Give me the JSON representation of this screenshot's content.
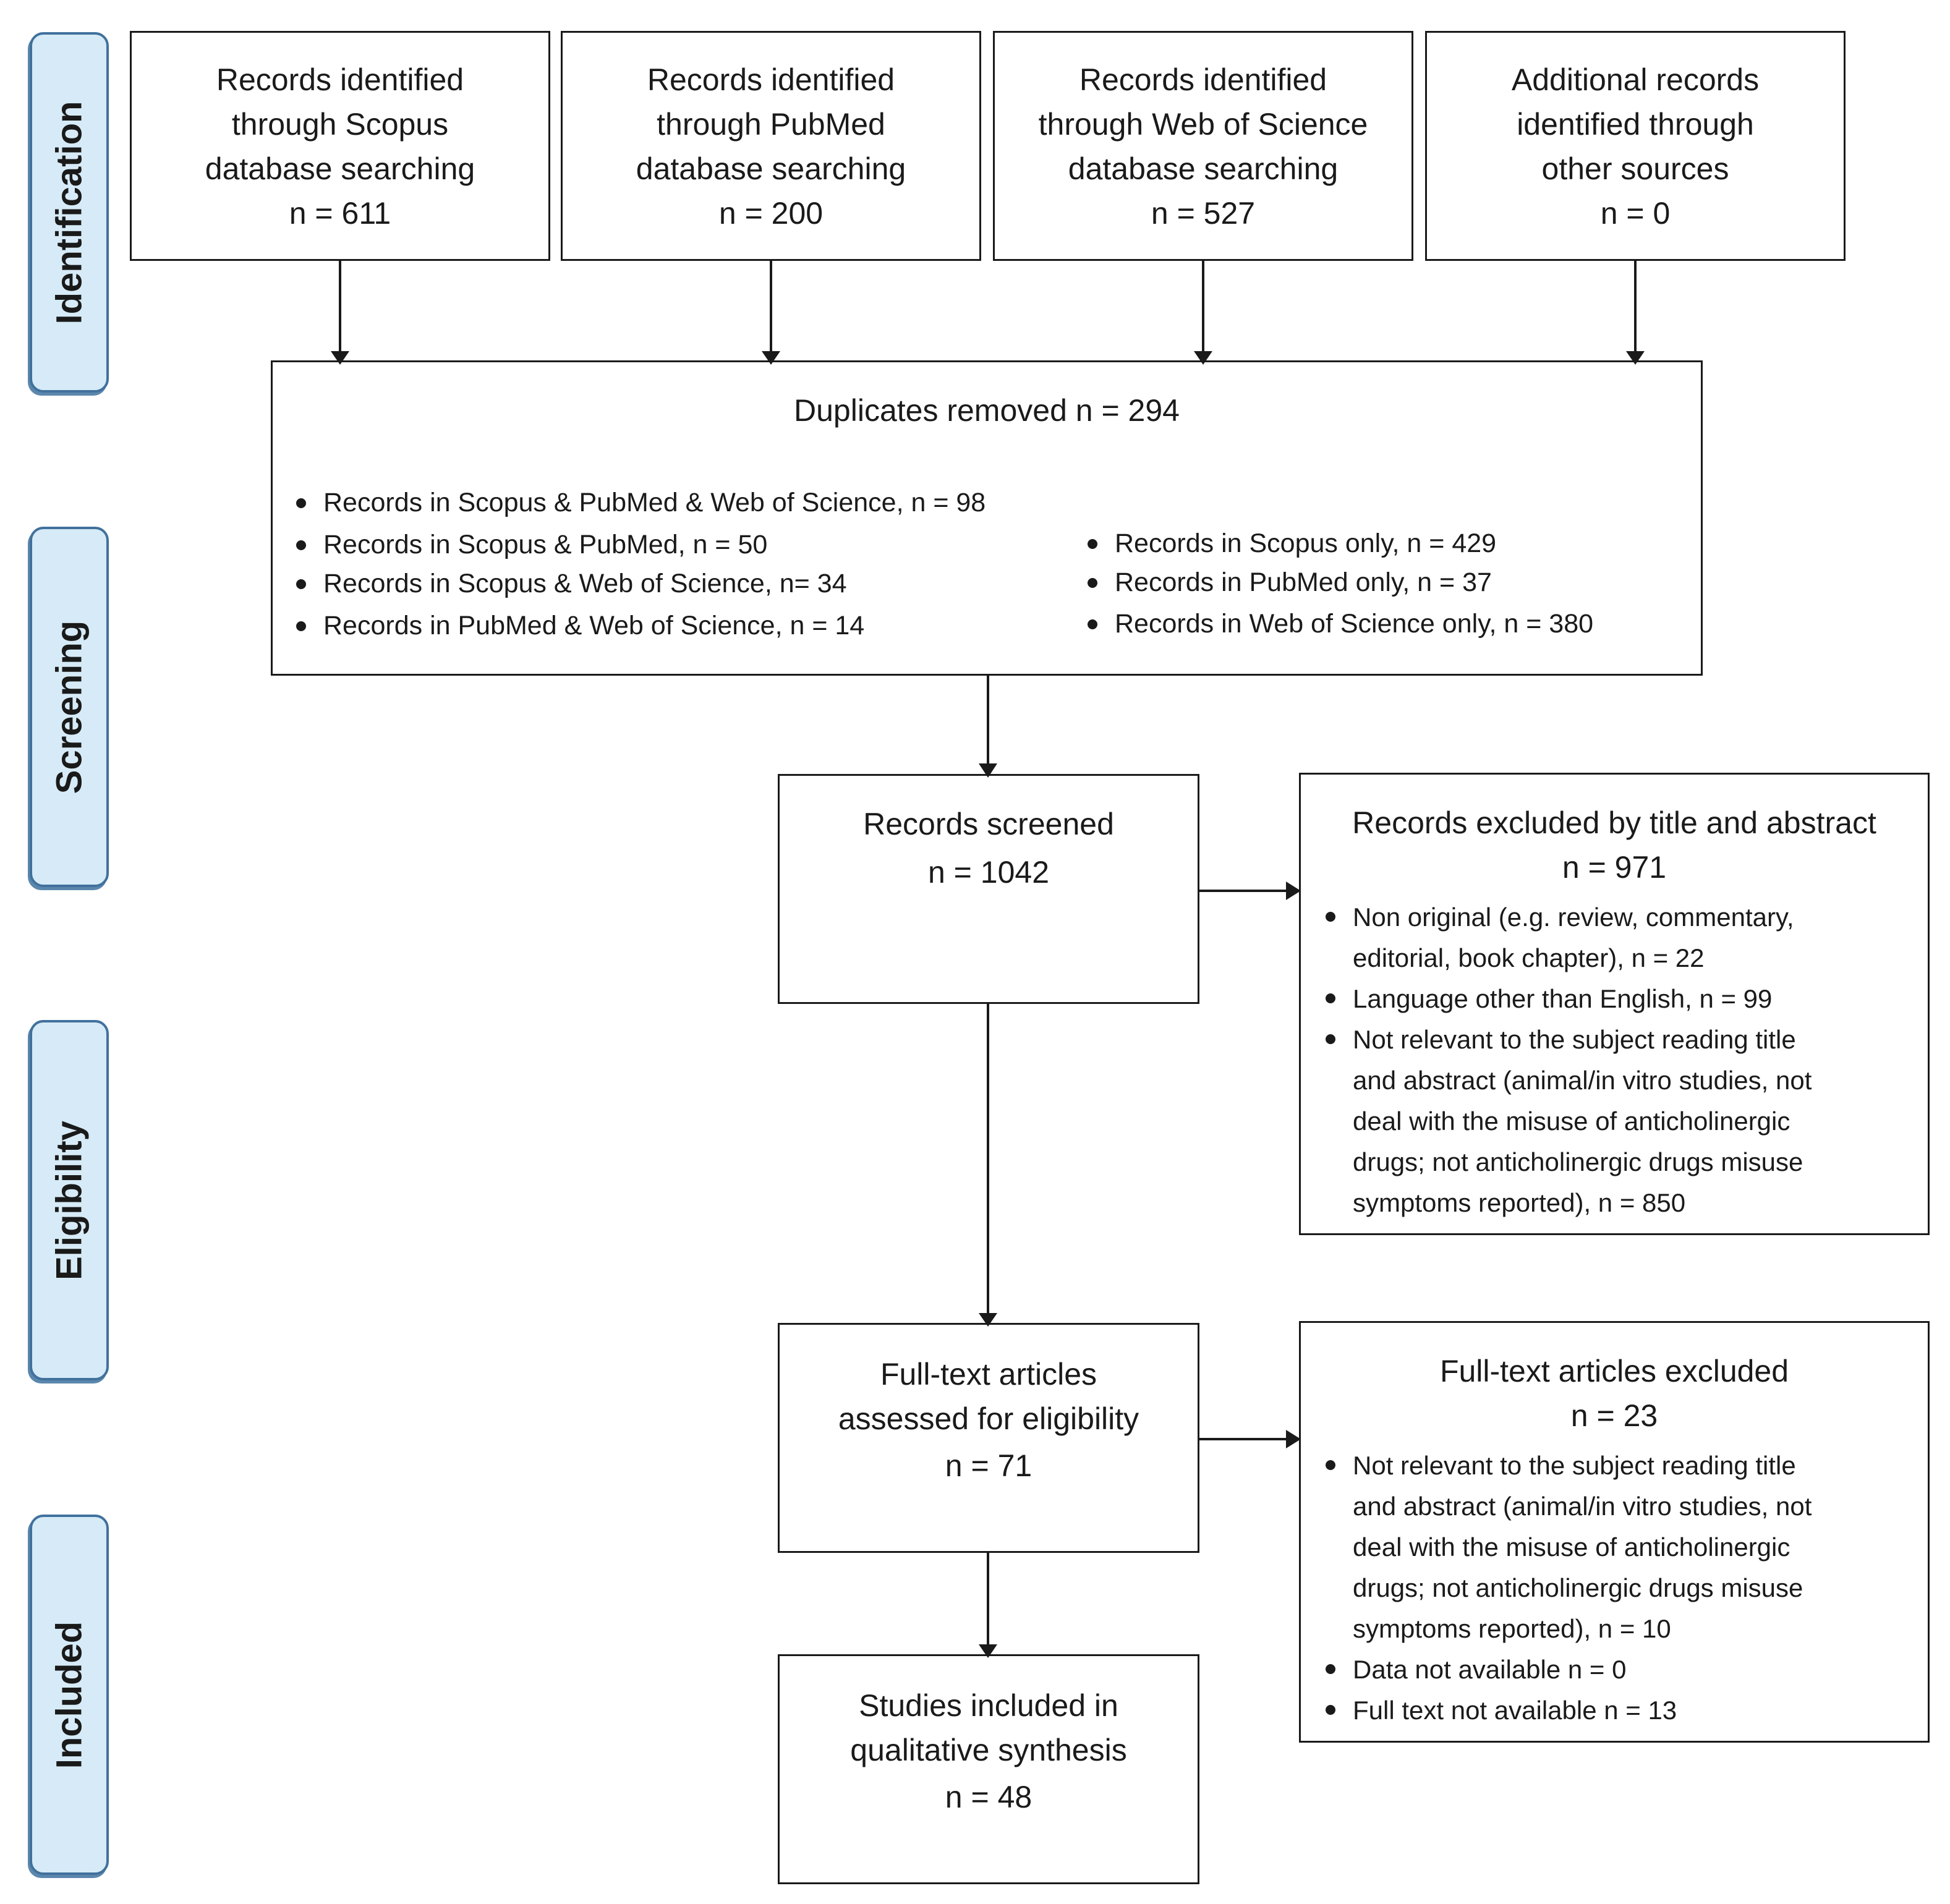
{
  "phases": {
    "identification": "Identification",
    "screening": "Screening",
    "eligibility": "Eligibility",
    "included": "Included"
  },
  "sources": [
    {
      "lines": [
        "Records identified",
        "through Scopus",
        "database searching",
        "n = 611"
      ]
    },
    {
      "lines": [
        "Records identified",
        "through PubMed",
        "database searching",
        "n = 200"
      ]
    },
    {
      "lines": [
        "Records identified",
        "through Web of Science",
        "database searching",
        "n = 527"
      ]
    },
    {
      "lines": [
        "Additional records",
        "identified through",
        "other sources",
        "n = 0"
      ]
    }
  ],
  "duplicates": {
    "title": "Duplicates removed n = 294",
    "left_items": [
      "Records in Scopus & PubMed & Web of Science, n = 98",
      "Records in Scopus & PubMed, n = 50",
      "Records in Scopus & Web of Science, n= 34",
      "Records in PubMed & Web of Science, n = 14"
    ],
    "right_items": [
      "Records in Scopus only, n = 429",
      "Records in PubMed only, n = 37",
      "Records in Web of Science only, n = 380"
    ]
  },
  "screened": {
    "line1": "Records screened",
    "line2": "n = 1042"
  },
  "excluded_title_abstract": {
    "title": "Records excluded by title and abstract",
    "count": "n = 971",
    "items": [
      {
        "lines": [
          "Non original (e.g. review, commentary,",
          "editorial, book chapter), n = 22"
        ]
      },
      {
        "lines": [
          "Language other than English, n = 99"
        ]
      },
      {
        "lines": [
          "Not relevant to the subject reading title",
          "and abstract (animal/in vitro studies, not",
          "deal with the misuse of anticholinergic",
          "drugs; not anticholinergic drugs misuse",
          "symptoms reported), n = 850"
        ]
      }
    ]
  },
  "fulltext": {
    "lines": [
      "Full-text articles",
      "assessed for eligibility",
      "n = 71"
    ]
  },
  "fulltext_excluded": {
    "title": "Full-text articles excluded",
    "count": "n = 23",
    "items": [
      {
        "lines": [
          "Not relevant to the subject reading title",
          "and abstract (animal/in vitro studies, not",
          "deal with the misuse of anticholinergic",
          "drugs; not anticholinergic drugs misuse",
          "symptoms reported), n = 10"
        ]
      },
      {
        "lines": [
          "Data not available n = 0"
        ]
      },
      {
        "lines": [
          "Full text not available n = 13"
        ]
      }
    ]
  },
  "included": {
    "lines": [
      "Studies included in",
      "qualitative synthesis",
      "n = 48"
    ]
  }
}
